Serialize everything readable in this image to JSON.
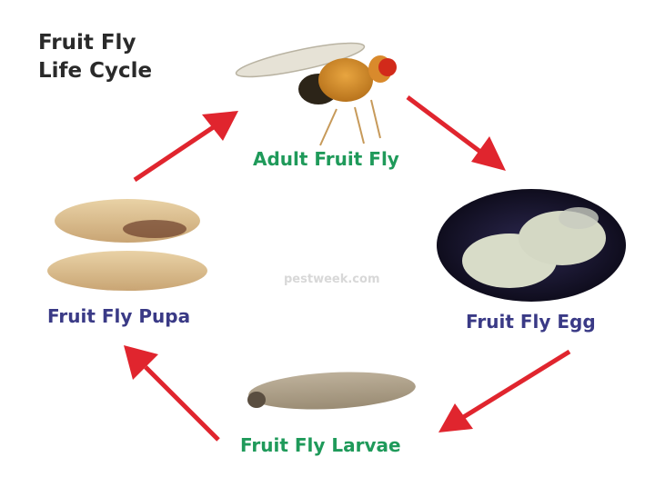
{
  "title": {
    "line1": "Fruit Fly",
    "line2": "Life Cycle"
  },
  "stages": {
    "adult": {
      "label": "Adult Fruit Fly",
      "color": "#1f9a5a"
    },
    "egg": {
      "label": "Fruit Fly Egg",
      "color": "#3a3a86"
    },
    "larvae": {
      "label": "Fruit Fly Larvae",
      "color": "#1f9a5a"
    },
    "pupa": {
      "label": "Fruit Fly Pupa",
      "color": "#3a3a86"
    }
  },
  "arrows": {
    "color": "#e0252e",
    "order": [
      "Adult",
      "Egg",
      "Larvae",
      "Pupa",
      "Adult"
    ]
  },
  "watermark": "pestweek.com"
}
